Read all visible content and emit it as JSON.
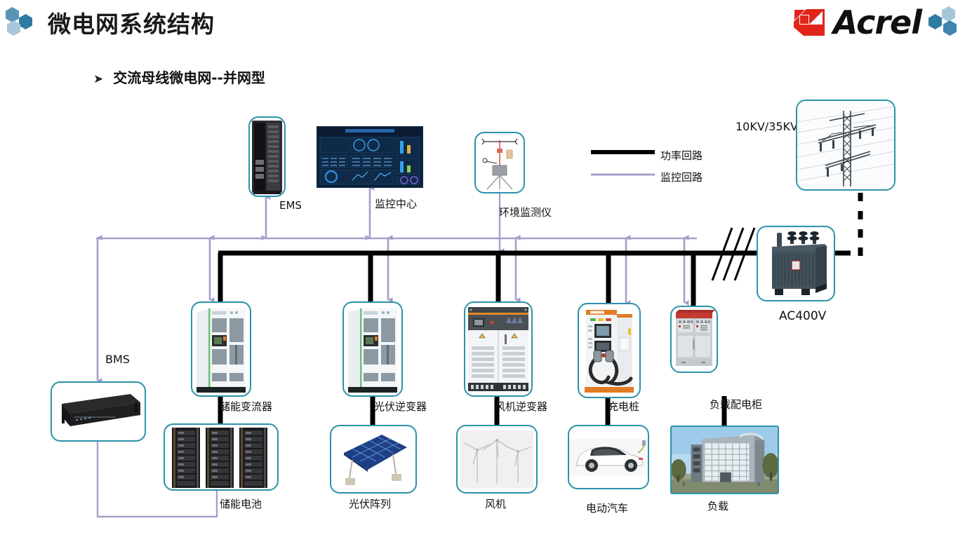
{
  "header": {
    "title": "微电网系统结构",
    "brand_name": "Acrel",
    "logo_icon": "acrel-diamond-icon",
    "hex_icon": "hexagon-cluster-icon"
  },
  "subheading": {
    "bullet": "➤",
    "text": "交流母线微电网--并网型"
  },
  "legend": {
    "items": [
      {
        "label": "功率回路",
        "color": "#000000",
        "style": "thick-solid",
        "icon": "power-line-icon"
      },
      {
        "label": "监控回路",
        "color": "#a99ecb",
        "style": "thin-solid",
        "icon": "monitor-line-icon"
      }
    ]
  },
  "colors": {
    "power_line": "#000000",
    "monitor_line": "#a99ecb",
    "node_border": "#2b93ab",
    "brand_red": "#e1251b",
    "hex_blue_dark": "#2f7ca3",
    "hex_blue_mid": "#5b93b4",
    "hex_blue_light": "#a6c6da"
  },
  "nodes": {
    "ems": {
      "label": "EMS",
      "icon": "server-rack-icon"
    },
    "monitor_center": {
      "label": "监控中心",
      "icon": "dashboard-screen-icon"
    },
    "env_monitor": {
      "label": "环境监测仪",
      "icon": "weather-station-icon"
    },
    "grid_tower": {
      "label": "",
      "icon": "transmission-tower-icon"
    },
    "transformer": {
      "label": "AC400V",
      "icon": "oil-transformer-icon"
    },
    "bms": {
      "label": "BMS",
      "icon": "bms-controller-icon"
    },
    "pcs": {
      "label": "储能变流器",
      "icon": "pcs-cabinet-icon"
    },
    "pv_inverter": {
      "label": "光伏逆变器",
      "icon": "pv-inverter-cabinet-icon"
    },
    "wind_inverter": {
      "label": "风机逆变器",
      "icon": "wind-inverter-cabinet-icon"
    },
    "charger": {
      "label": "充电桩",
      "icon": "ev-charger-icon"
    },
    "load_cabinet": {
      "label": "负载配电柜",
      "icon": "distribution-cabinet-icon"
    },
    "battery": {
      "label": "储能电池",
      "icon": "battery-rack-icon"
    },
    "pv_array": {
      "label": "光伏阵列",
      "icon": "solar-panel-icon"
    },
    "wind_turbine": {
      "label": "风机",
      "icon": "wind-turbine-icon"
    },
    "ev_car": {
      "label": "电动汽车",
      "icon": "electric-car-icon"
    },
    "load_building": {
      "label": "负载",
      "icon": "office-building-icon"
    }
  },
  "annotations": {
    "grid_voltage": "10KV/35KV"
  }
}
